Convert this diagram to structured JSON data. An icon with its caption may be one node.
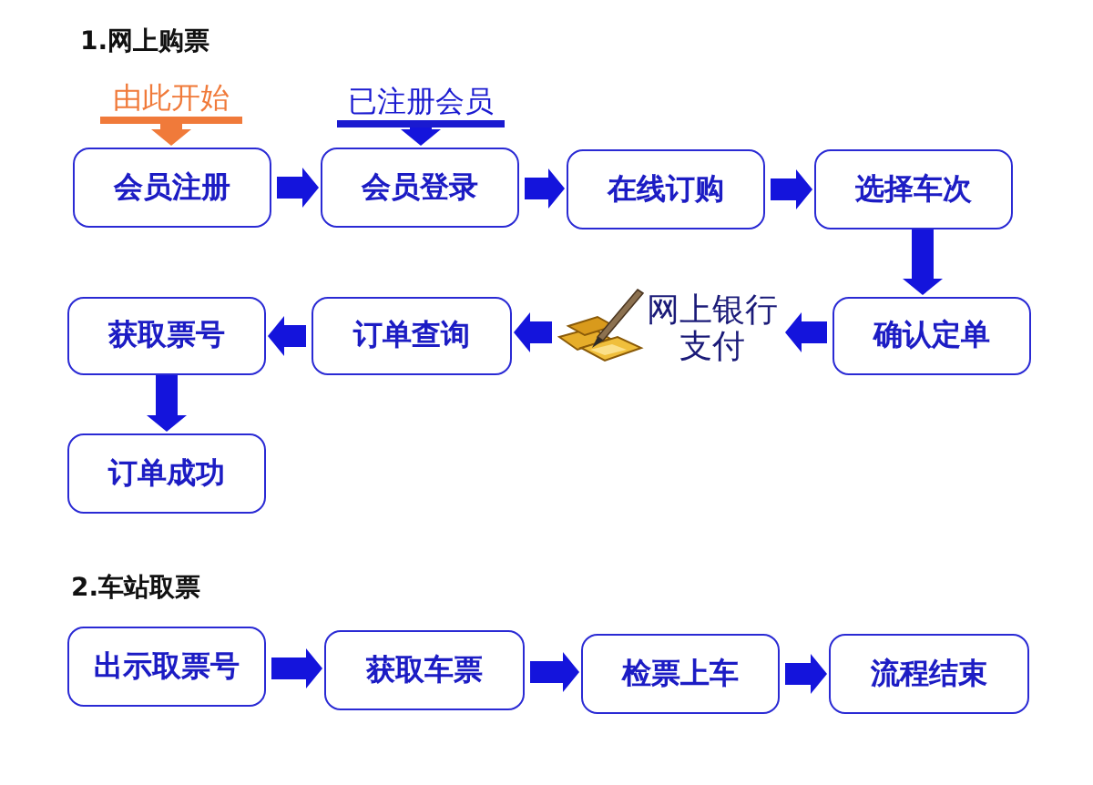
{
  "diagram": {
    "nodes": [
      {
        "text": [
          "由此开始"
        ]
      },
      {
        "text": [
          "已注册会员"
        ]
      },
      {
        "text": [
          "会员注册"
        ]
      },
      {
        "text": [
          "会员登录"
        ]
      },
      {
        "text": [
          "在线订购"
        ]
      },
      {
        "text": [
          "选择车次"
        ]
      },
      {
        "text": [
          "确认定单"
        ]
      },
      {
        "text": [
          "网上银行支付"
        ]
      },
      {
        "text": [
          "订单查询"
        ]
      },
      {
        "text": [
          "获取票号"
        ]
      },
      {
        "text": [
          "订单成功"
        ]
      },
      {
        "text": [
          "出示取票号"
        ]
      },
      {
        "text": [
          "获取车票"
        ]
      },
      {
        "text": [
          "检票上车"
        ]
      },
      {
        "text": [
          "流程结束"
        ]
      }
    ],
    "edges": [
      {
        "from": 0,
        "to": 2,
        "arrow": "to",
        "color": "#f07a3a"
      },
      {
        "from": 1,
        "to": 3,
        "arrow": "to"
      },
      {
        "from": 2,
        "to": 3,
        "arrow": "to"
      },
      {
        "from": 3,
        "to": 4,
        "arrow": "to"
      },
      {
        "from": 4,
        "to": 5,
        "arrow": "to"
      },
      {
        "from": 5,
        "to": 6,
        "arrow": "to"
      },
      {
        "from": 6,
        "to": 7,
        "arrow": "to"
      },
      {
        "from": 7,
        "to": 8,
        "arrow": "to"
      },
      {
        "from": 8,
        "to": 9,
        "arrow": "to"
      },
      {
        "from": 9,
        "to": 10,
        "arrow": "to"
      },
      {
        "from": 11,
        "to": 12,
        "arrow": "to"
      },
      {
        "from": 12,
        "to": 13,
        "arrow": "to"
      },
      {
        "from": 13,
        "to": 14,
        "arrow": "to"
      }
    ],
    "labels": [
      "1.网上购票",
      "2.车站取票"
    ]
  }
}
